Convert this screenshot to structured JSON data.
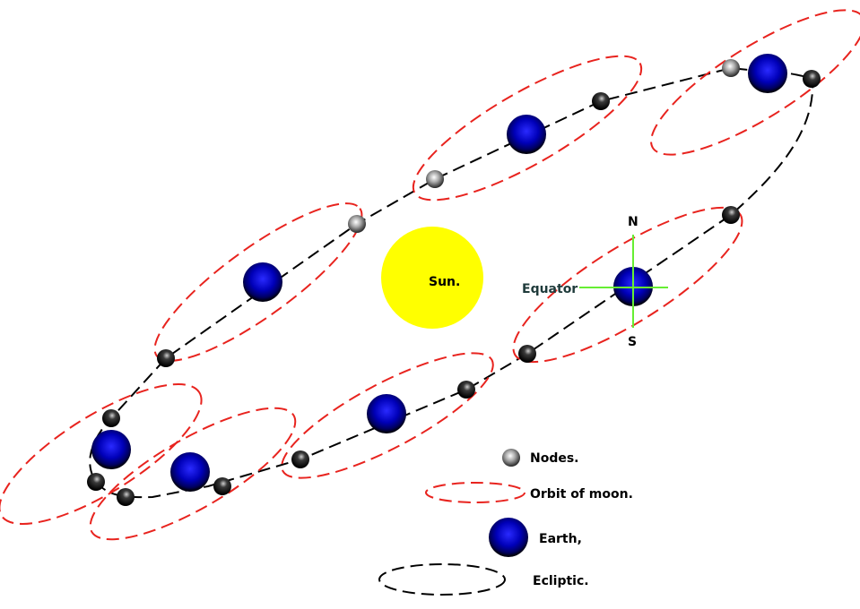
{
  "labels": {
    "sun": "Sun.",
    "north": "N",
    "south": "S",
    "equator": "Equator"
  },
  "legend": {
    "nodes": "Nodes.",
    "orbit": "Orbit of moon.",
    "earth": "Earth,",
    "ecliptic": "Ecliptic."
  },
  "colors": {
    "orbit": "#e8231e",
    "ecliptic": "#000000",
    "sun": "#ffff00",
    "earth": "#0000cc",
    "axes": "#66ee33"
  },
  "icons": {
    "node": "node-sphere-icon",
    "earth": "earth-sphere-icon",
    "sun": "sun-disc-icon"
  }
}
